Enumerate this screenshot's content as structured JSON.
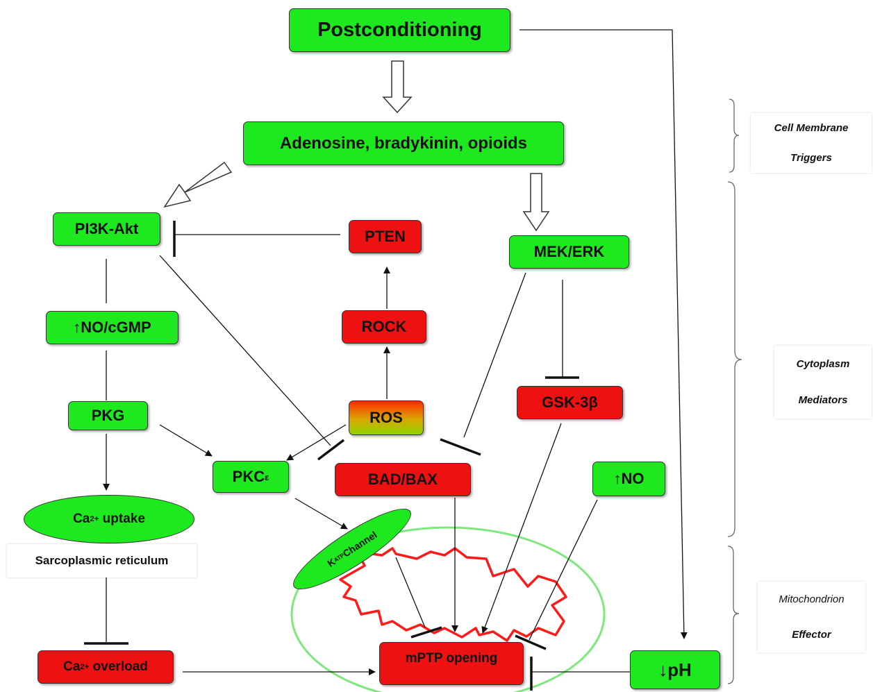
{
  "nodes": {
    "postconditioning": "Postconditioning",
    "triggers": "Adenosine, bradykinin, opioids",
    "pi3k": "PI3K-Akt",
    "pten": "PTEN",
    "mek": "MEK/ERK",
    "no_cgmp": "↑NO/cGMP",
    "rock": "ROCK",
    "pkg": "PKG",
    "ros": "ROS",
    "gsk_base": "GSK-3",
    "gsk_beta": "β",
    "pkc_base": "PKC",
    "pkc_sub": "ε",
    "bad_bax": "BAD/BAX",
    "no": "↑NO",
    "ca_uptake_pre": "Ca",
    "ca_uptake_sup": "2+",
    "ca_uptake_post": " uptake",
    "sr_label": "Sarcoplasmic reticulum",
    "katp_pre": "K",
    "katp_sub": "ATP",
    "katp_post": "Channel",
    "ca_overload_pre": "Ca",
    "ca_overload_sup": "2+",
    "ca_overload_post": " overload",
    "mptp": "mPTP opening",
    "ph": "↓pH"
  },
  "side_labels": {
    "membrane_line1": "Cell Membrane",
    "membrane_line2": "Triggers",
    "cytoplasm_line1": "Cytoplasm",
    "cytoplasm_line2": "Mediators",
    "mito_line1": "Mitochondrion",
    "mito_line2": "Effector"
  },
  "colors": {
    "activator": "#1ee81e",
    "inhibited": "#ee1111",
    "mitochondrion_outline": "#7ee87e",
    "inner_membrane": "#ff1a1a"
  }
}
